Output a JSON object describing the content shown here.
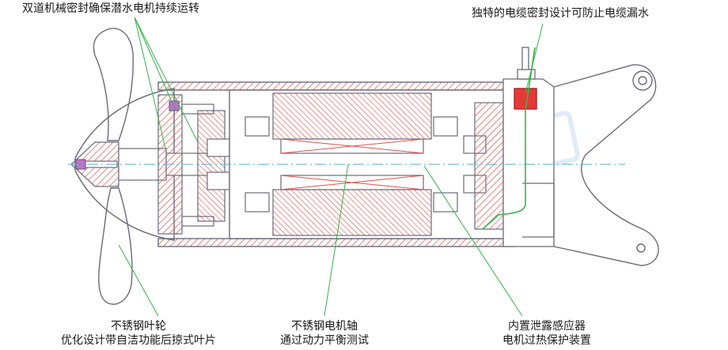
{
  "labels": {
    "top_left": "双道机械密封确保潜水电机持续运转",
    "top_right": "独特的电缆密封设计可防止电缆漏水",
    "impeller_line1": "不锈钢叶轮",
    "impeller_line2": "优化设计带自洁功能后掠式叶片",
    "shaft_line1": "不锈钢电机轴",
    "shaft_line2": "通过动力平衡测试",
    "sensor_line1": "内置泄露感应器",
    "sensor_line2": "电机过热保护装置"
  },
  "colors": {
    "outline": "#6b6b7a",
    "hatch": "#e0504a",
    "leader": "#37b34a",
    "axis": "#5aa6d8",
    "seal_part": "#e53935",
    "watermark": "#b8d3ee"
  }
}
